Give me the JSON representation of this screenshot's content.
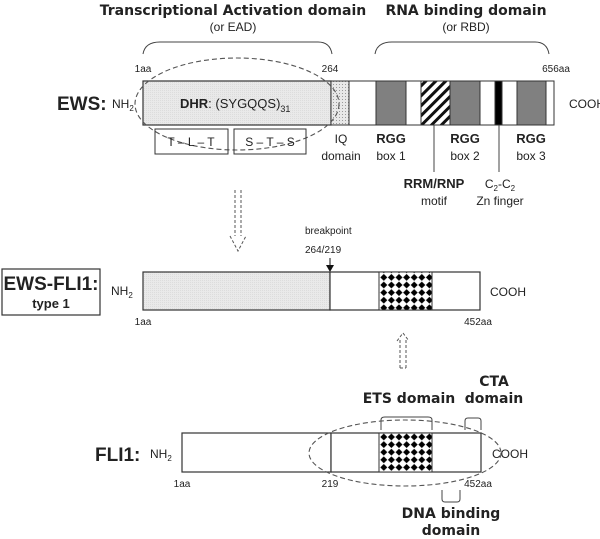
{
  "title": "EWS, FLI1 and EWS-FLI1 type 1 fusion protein domain structure",
  "colors": {
    "dhr_fill": "#e6e6e6",
    "rgg_fill": "#808080",
    "zn_fill": "#000000",
    "outline": "#333333",
    "text": "#222222"
  },
  "ews": {
    "name": "EWS:",
    "nterm": "NH",
    "nterm_sub": "2",
    "cterm": "COOH",
    "start_label": "1aa",
    "tad_end_label": "264",
    "end_label": "656aa",
    "length_aa": 656,
    "tad_header": "Transcriptional Activation domain",
    "tad_sub": "(or EAD)",
    "rbd_header": "RNA binding domain",
    "rbd_sub": "(or RBD)",
    "dhr_bold": "DHR",
    "dhr_text": ": (SYGQQS)",
    "dhr_sub": "31",
    "motifs": [
      "T – L – T",
      "S – T – S"
    ],
    "iq_label_1": "IQ",
    "iq_label_2": "domain",
    "rgg1_1": "RGG",
    "rgg1_2": "box 1",
    "rgg2_1": "RGG",
    "rgg2_2": "box 2",
    "rgg3_1": "RGG",
    "rgg3_2": "box 3",
    "rrm_1": "RRM/RNP",
    "rrm_2": "motif",
    "zn_1a": "C",
    "zn_1b": "2",
    "zn_1c": "-C",
    "zn_1d": "2",
    "zn_2": "Zn finger"
  },
  "fusion": {
    "name_1": "EWS-FLI1:",
    "name_2": "type 1",
    "nterm": "NH",
    "nterm_sub": "2",
    "cterm": "COOH",
    "start_label": "1aa",
    "end_label": "452aa",
    "breakpoint_label": "breakpoint",
    "breakpoint_value": "264/219"
  },
  "fli1": {
    "name": "FLI1:",
    "nterm": "NH",
    "nterm_sub": "2",
    "cterm": "COOH",
    "start_label": "1aa",
    "break_label": "219",
    "end_label": "452aa",
    "ets_label": "ETS domain",
    "cta_1": "CTA",
    "cta_2": "domain",
    "dna_1": "DNA binding",
    "dna_2": "domain"
  }
}
